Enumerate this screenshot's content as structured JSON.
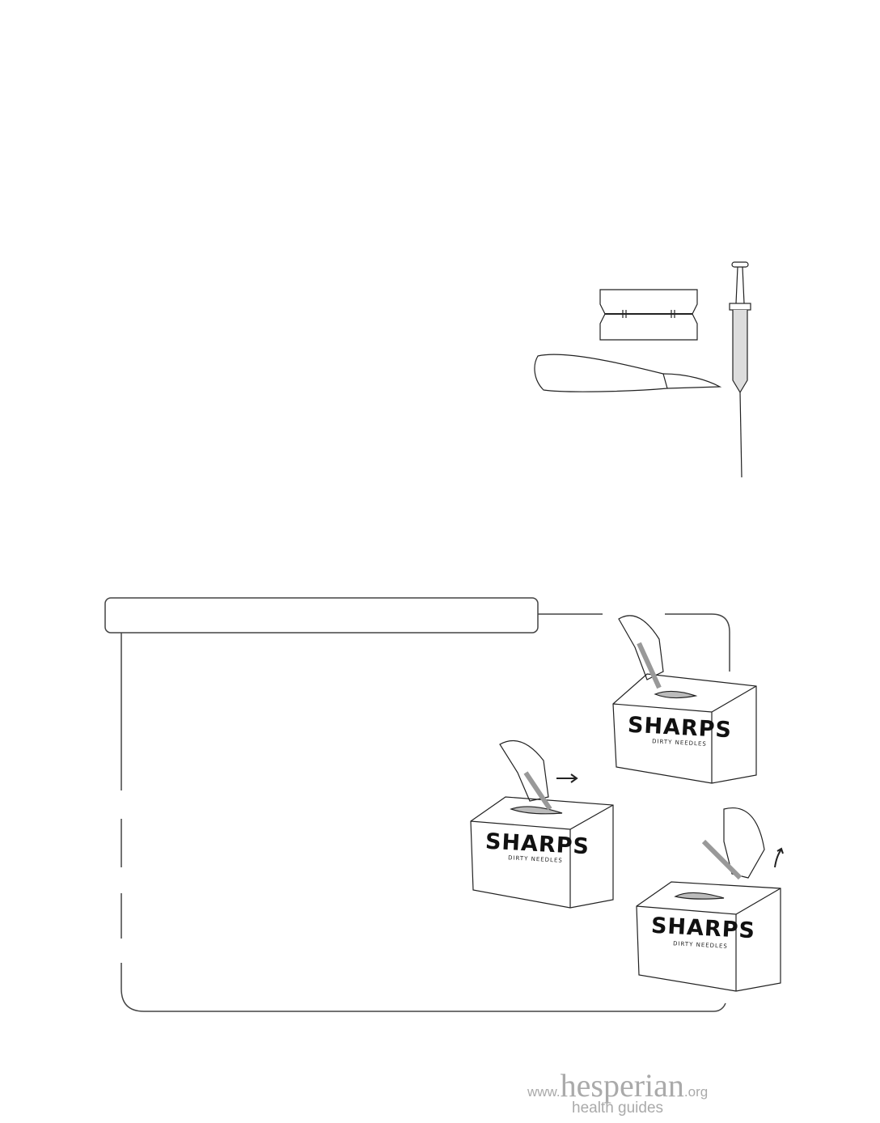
{
  "sharps_boxes": [
    {
      "label": "SHARPS",
      "sublabel": "DIRTY NEEDLES"
    },
    {
      "label": "SHARPS",
      "sublabel": "DIRTY NEEDLES"
    },
    {
      "label": "SHARPS",
      "sublabel": "DIRTY NEEDLES"
    }
  ],
  "footer": {
    "prefix": "www.",
    "brand": "hesperian",
    "suffix": ".org",
    "tagline": "health guides"
  }
}
